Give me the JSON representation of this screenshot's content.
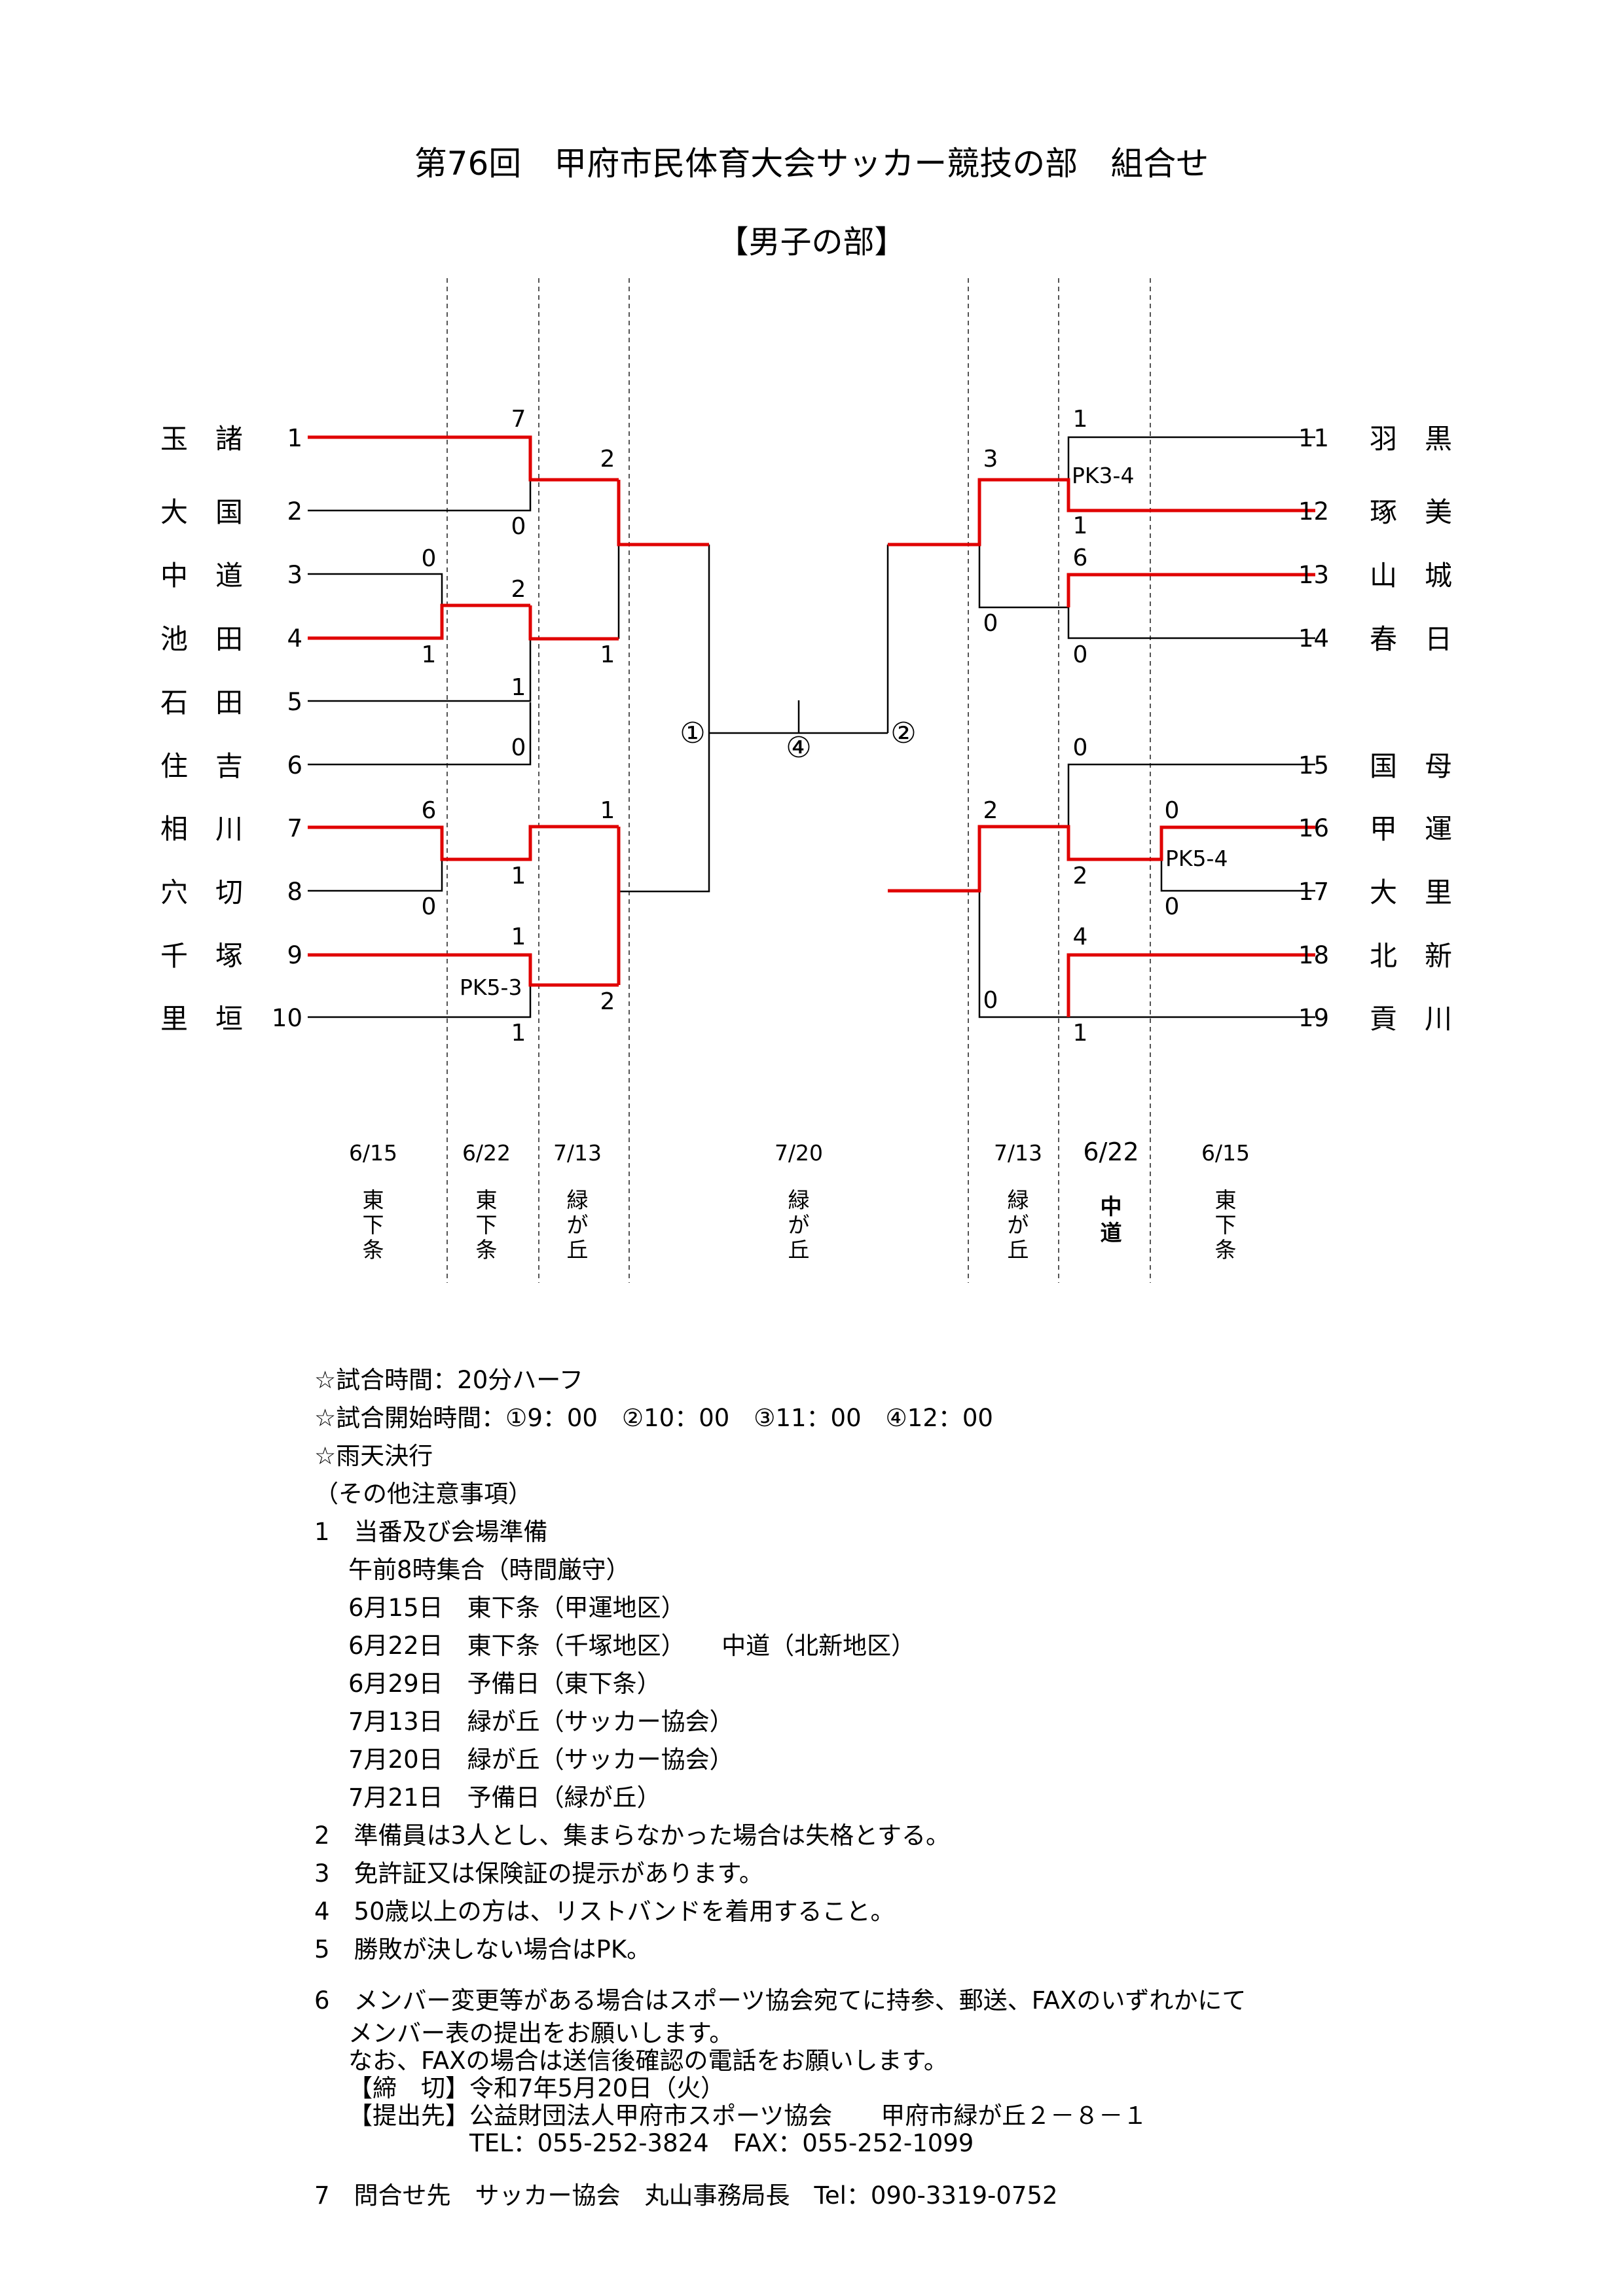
{
  "title": "第76回　甲府市民体育大会サッカー競技の部　組合せ",
  "subtitle": "【男子の部】",
  "left_teams": [
    {
      "name": "玉　諸",
      "num": "1"
    },
    {
      "name": "大　国",
      "num": "2"
    },
    {
      "name": "中　道",
      "num": "3"
    },
    {
      "name": "池　田",
      "num": "4"
    },
    {
      "name": "石　田",
      "num": "5"
    },
    {
      "name": "住　吉",
      "num": "6"
    },
    {
      "name": "相　川",
      "num": "7"
    },
    {
      "name": "穴　切",
      "num": "8"
    },
    {
      "name": "千　塚",
      "num": "9"
    },
    {
      "name": "里　垣",
      "num": "10"
    }
  ],
  "right_teams": [
    {
      "num": "11",
      "name": "羽　黒"
    },
    {
      "num": "12",
      "name": "琢　美"
    },
    {
      "num": "13",
      "name": "山　城"
    },
    {
      "num": "14",
      "name": "春　日"
    },
    {
      "num": "15",
      "name": "国　母"
    },
    {
      "num": "16",
      "name": "甲　運"
    },
    {
      "num": "17",
      "name": "大　里"
    },
    {
      "num": "18",
      "name": "北　新"
    },
    {
      "num": "19",
      "name": "貢　川"
    }
  ],
  "scores": {
    "m1_2_top": "7",
    "m1_2_bot": "0",
    "m3_4_top": "0",
    "m3_4_bot": "1",
    "m34_5_top": "2",
    "m34_5_bot": "1",
    "m6_78_top": "0",
    "m6_78_bot": "1",
    "m7_8_top": "6",
    "m7_8_bot": "0",
    "m9_10_top": "1",
    "m9_10_bot": "1",
    "m9_10_pk": "PK5-3",
    "qf_a_top": "2",
    "qf_a_bot": "1",
    "qf_b_top": "1",
    "qf_b_bot": "2",
    "m11_12_top": "1",
    "m11_12_bot": "1",
    "m11_12_pk": "PK3-4",
    "m13_14_top": "6",
    "m13_14_bot": "0",
    "qf_c_top": "3",
    "qf_c_bot": "0",
    "m15_1617_top": "0",
    "m15_1617_bot": "2",
    "m16_17_top": "0",
    "m16_17_bot": "0",
    "m16_17_pk": "PK5-4",
    "m18_19_top": "4",
    "m18_19_bot": "1",
    "qf_d_top": "2",
    "qf_d_bot": "0"
  },
  "circles": {
    "c1": "①",
    "c2": "②",
    "c4": "④"
  },
  "dates": [
    "6/15",
    "6/22",
    "7/13",
    "7/20",
    "7/13",
    "6/22",
    "6/15"
  ],
  "venues": [
    [
      "東",
      "下",
      "条"
    ],
    [
      "東",
      "下",
      "条"
    ],
    [
      "緑",
      "が",
      "丘"
    ],
    [
      "緑",
      "が",
      "丘"
    ],
    [
      "緑",
      "が",
      "丘"
    ],
    [
      "中",
      "道"
    ],
    [
      "東",
      "下",
      "条"
    ]
  ],
  "notes": {
    "time": "☆試合時間：20分ハーフ",
    "start": "☆試合開始時間：①9：00　②10：00　③11：00　④12：00",
    "rain": "☆雨天決行",
    "other": "（その他注意事項）",
    "n1": "1　当番及び会場準備",
    "n1a": "午前8時集合（時間厳守）",
    "n1b": "6月15日　東下条（甲運地区）",
    "n1c": "6月22日　東下条（千塚地区）　　中道（北新地区）",
    "n1d": "6月29日　予備日（東下条）",
    "n1e": "7月13日　緑が丘（サッカー協会）",
    "n1f": "7月20日　緑が丘（サッカー協会）",
    "n1g": "7月21日　予備日（緑が丘）",
    "n2": "2　準備員は3人とし、集まらなかった場合は失格とする。",
    "n3": "3　免許証又は保険証の提示があります。",
    "n4": "4　50歳以上の方は、リストバンドを着用すること。",
    "n5": "5　勝敗が決しない場合はPK。",
    "n6": "6　メンバー変更等がある場合はスポーツ協会宛てに持参、郵送、FAXのいずれかにて",
    "n6a": "メンバー表の提出をお願いします。",
    "n6b": "なお、FAXの場合は送信後確認の電話をお願いします。",
    "n6c": "【締　切】令和7年5月20日（火）",
    "n6d": "【提出先】公益財団法人甲府市スポーツ協会　　甲府市緑が丘２－８－１",
    "n6e": "　　　　　TEL：055-252-3824　FAX：055-252-1099",
    "n7": "7　問合せ先　サッカー協会　丸山事務局長　Tel：090-3319-0752"
  }
}
